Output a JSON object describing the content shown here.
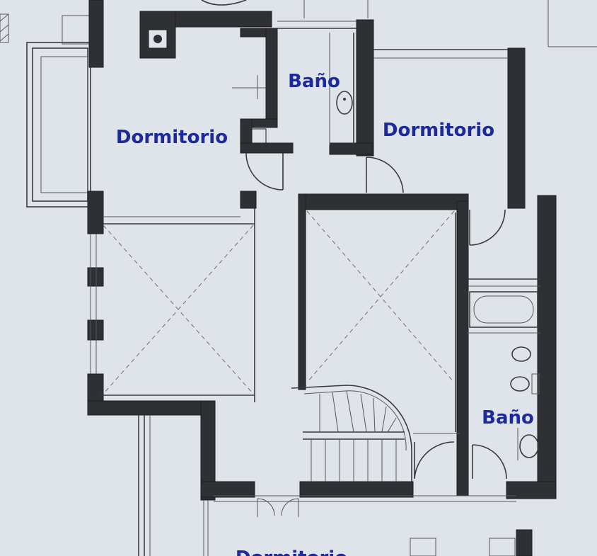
{
  "rooms": [
    {
      "id": "dorm-1",
      "label": "Dormitorio"
    },
    {
      "id": "bano-1",
      "label": "Baño"
    },
    {
      "id": "dorm-2",
      "label": "Dormitorio"
    },
    {
      "id": "bano-2",
      "label": "Baño"
    },
    {
      "id": "dorm-3",
      "label": "Dormitorio"
    }
  ],
  "colors": {
    "label": "#1c2a9c",
    "wall": "#2f3033",
    "paper": "#dfe3ea"
  }
}
